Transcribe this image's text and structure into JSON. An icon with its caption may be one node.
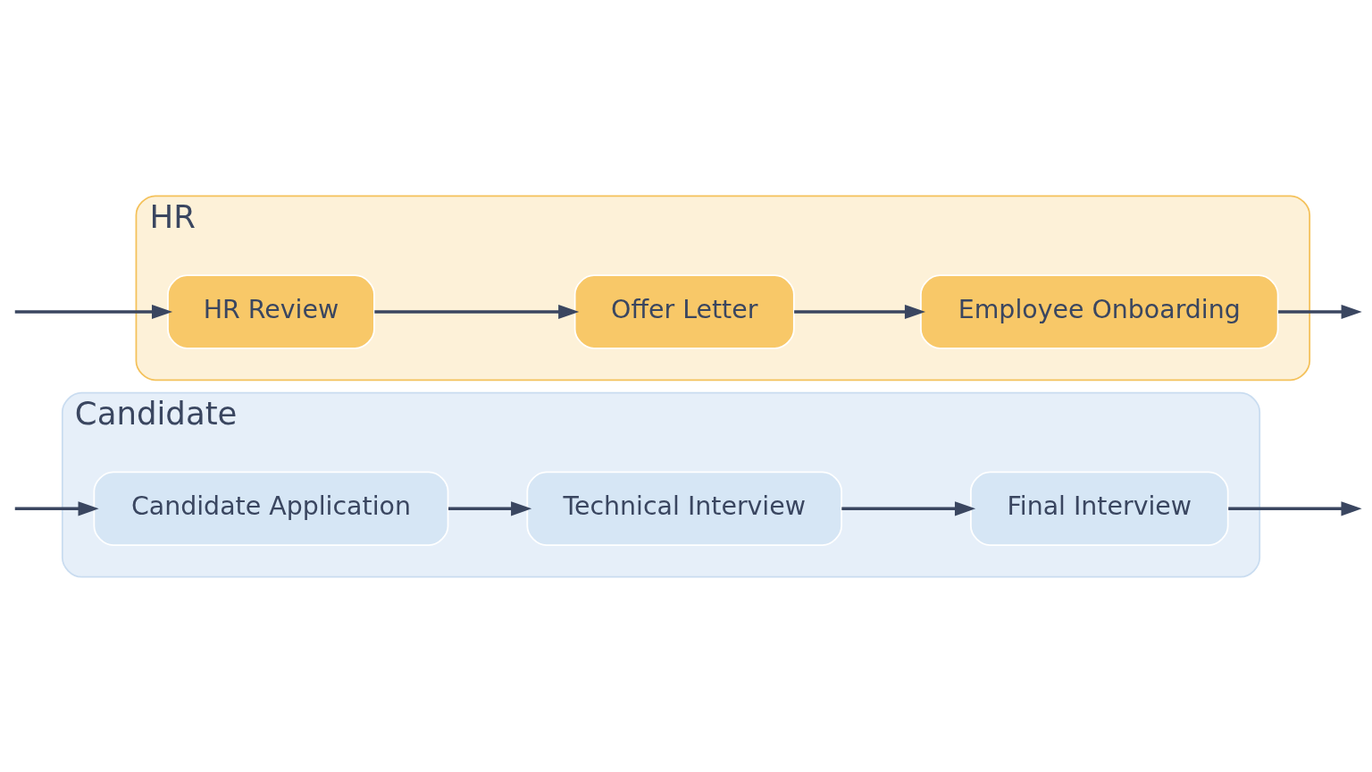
{
  "diagram": {
    "nodes": [
      {
        "text": [
          "Candidate"
        ]
      },
      {
        "text": [
          "Candidate Application"
        ],
        "in": 0
      },
      {
        "text": [
          "Technical Interview"
        ],
        "in": 0
      },
      {
        "text": [
          "Final Interview"
        ],
        "in": 0
      },
      {
        "text": [
          "HR"
        ]
      },
      {
        "text": [
          "HR Review"
        ],
        "in": 4
      },
      {
        "text": [
          "Offer Letter"
        ],
        "in": 4
      },
      {
        "text": [
          "Employee Onboarding"
        ],
        "in": 4
      }
    ],
    "edges": [
      {
        "from": null,
        "to": 1,
        "arrow": "to"
      },
      {
        "from": null,
        "to": 5,
        "arrow": "to"
      },
      {
        "from": 1,
        "to": 2,
        "arrow": "to"
      },
      {
        "from": 2,
        "to": 3,
        "arrow": "to"
      },
      {
        "from": 3,
        "to": null,
        "arrow": "to"
      },
      {
        "from": 5,
        "to": 6,
        "arrow": "to"
      },
      {
        "from": 6,
        "to": 7,
        "arrow": "to"
      },
      {
        "from": 7,
        "to": null,
        "arrow": "to"
      }
    ]
  }
}
